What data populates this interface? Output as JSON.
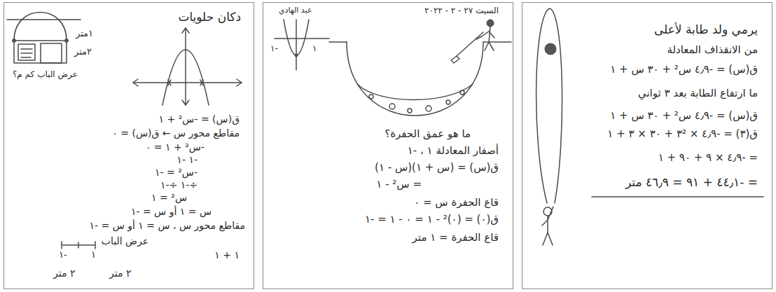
{
  "diagram": {
    "nodes": [
      {
        "text": [
          "دكان حلويات",
          "١متر",
          "٢متر",
          "عرض الباب كم م؟",
          "ق(س) = -س² + ١",
          "مقاطع محور س ← ق(س) = ٠",
          "-س² + ١ = ٠",
          "-١ -١",
          "-س² = -١",
          "÷-١ ÷-١",
          "س² = ١",
          "س = ١ أو س = -١",
          "مقاطع محور س ، س = ١ أو س = -١",
          "عرض الباب",
          "-١",
          "١",
          "١ + ١",
          "٢ متر",
          "٢ متر"
        ]
      },
      {
        "text": [
          "السبت ٢٧ - ٢ - ٢٠٢٢",
          "عبد الهادي",
          "-١",
          "١",
          "ما هو عمق الحفرة؟",
          "أصفار المعادلة ١ ، -١",
          "ق(س) = (س + ١)(س - ١)",
          "= س² - ١",
          "قاع الحفرة س = ٠",
          "ق(٠) = (٠)² - ١ = ٠ - ١ = -١",
          "قاع الحفرة = ١ متر"
        ]
      },
      {
        "text": [
          "يرمي ولد طابة لأعلى",
          "من الانقذاف المعادلة",
          "ق(س) = -٤٫٩ س² + ٣٠ س + ١",
          "ما ارتفاع الطابة بعد ٣ ثواني",
          "ق(س) = -٤٫٩ س² + ٣٠ س + ١",
          "ق(٣) = -٤٫٩ × ٣² + ٣٠ × ٣ + ١",
          "= -٤٫٩ × ٩ + ٩٠ + ١",
          "= -٤٤٫١ + ٩١ = ٤٦٫٩ متر"
        ]
      }
    ]
  }
}
